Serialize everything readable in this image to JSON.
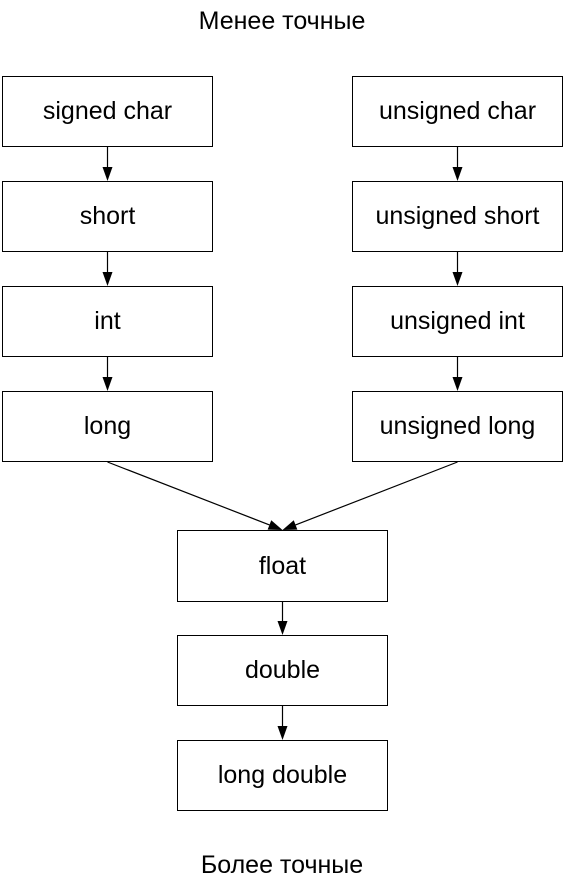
{
  "diagram": {
    "title_top": "Менее точные",
    "title_bottom": "Более точные",
    "nodes": {
      "signed_char": "signed char",
      "short": "short",
      "int": "int",
      "long": "long",
      "unsigned_char": "unsigned char",
      "unsigned_short": "unsigned short",
      "unsigned_int": "unsigned int",
      "unsigned_long": "unsigned long",
      "float": "float",
      "double": "double",
      "long_double": "long double"
    },
    "edges": [
      [
        "signed_char",
        "short"
      ],
      [
        "short",
        "int"
      ],
      [
        "int",
        "long"
      ],
      [
        "unsigned_char",
        "unsigned_short"
      ],
      [
        "unsigned_short",
        "unsigned_int"
      ],
      [
        "unsigned_int",
        "unsigned_long"
      ],
      [
        "long",
        "float"
      ],
      [
        "unsigned_long",
        "float"
      ],
      [
        "float",
        "double"
      ],
      [
        "double",
        "long_double"
      ]
    ],
    "line_color": "#000000"
  }
}
